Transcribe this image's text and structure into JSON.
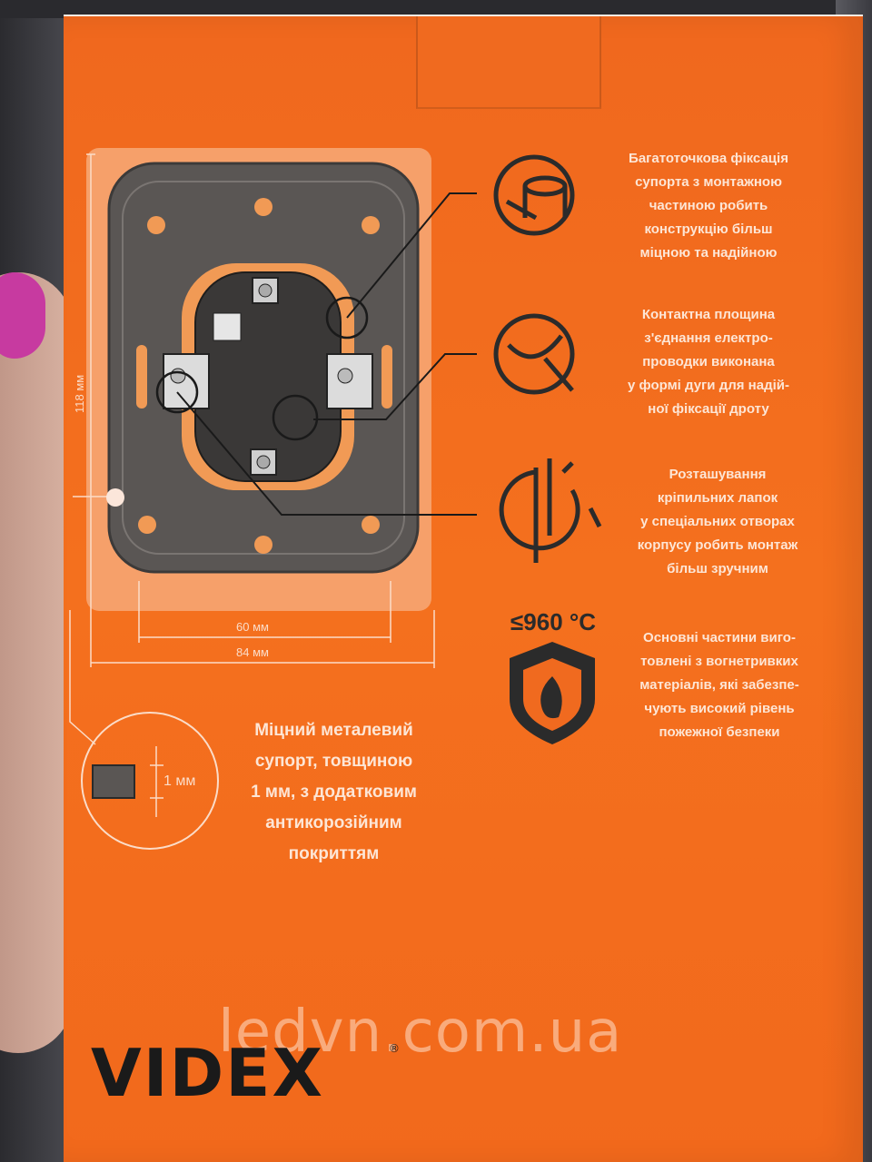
{
  "features": [
    {
      "icon": "locking-points-icon",
      "lines": [
        "Багатоточкова фіксація",
        "супорта з монтажною",
        "частиною робить",
        "конструкцію більш",
        "міцною та надійною"
      ]
    },
    {
      "icon": "arc-contact-icon",
      "lines": [
        "Контактна площина",
        "з'єднання електро-",
        "проводки виконана",
        "у формі дуги для надій-",
        "ної фіксації дроту"
      ]
    },
    {
      "icon": "mounting-tabs-icon",
      "lines": [
        "Розташування",
        "кріпильних лапок",
        "у спеціальних отворах",
        "корпусу робить монтаж",
        "більш зручним"
      ]
    },
    {
      "icon": "fire-shield-icon",
      "lines": [
        "Основні частини виго-",
        "товлені з вогнетривких",
        "матеріалів, які забезпе-",
        "чують високий рівень",
        "пожежної безпеки"
      ]
    }
  ],
  "temperature_label": "≤960 °С",
  "dimensions": {
    "height": "118 мм",
    "inner_width": "60 мм",
    "outer_width": "84 мм",
    "thickness": "1 мм"
  },
  "support_text": [
    "Міцний металевий",
    "супорт, товщиною",
    "1 мм, з додатковим",
    "антикорозійним",
    "покриттям"
  ],
  "watermark": "ledvn.com.ua",
  "brand": "VIDEX",
  "registered": "®"
}
